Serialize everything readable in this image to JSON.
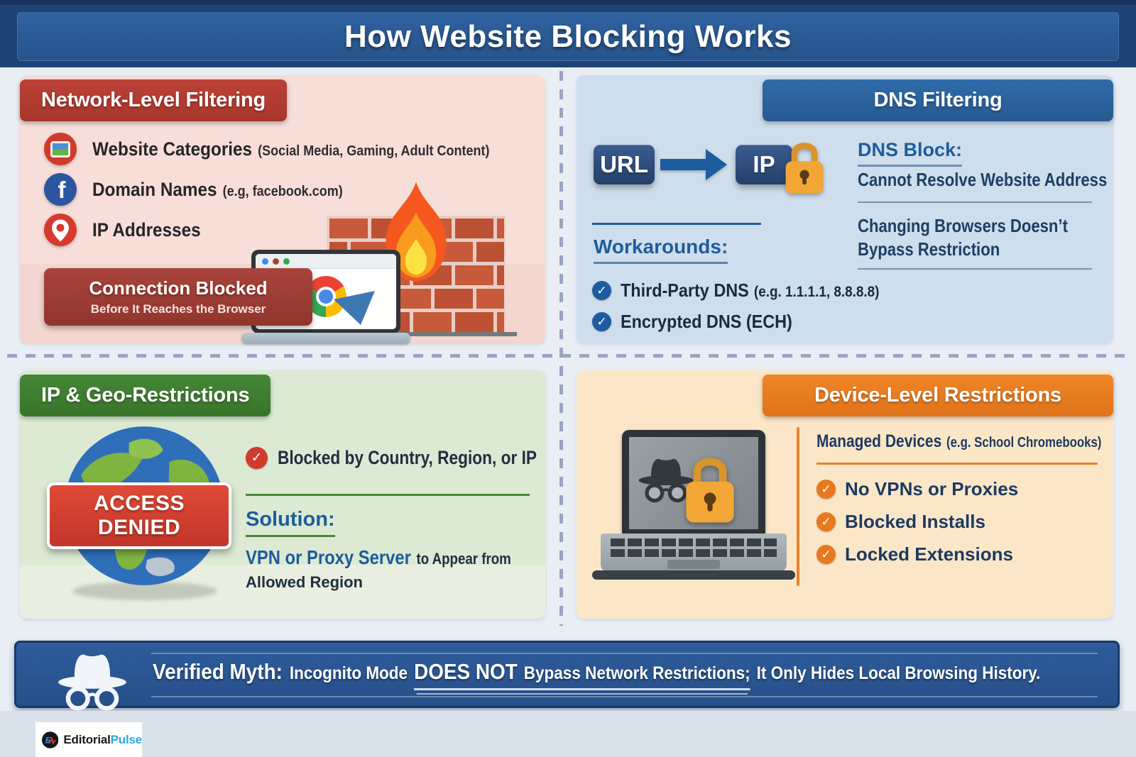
{
  "title": "How Website Blocking Works",
  "icons": {
    "check_glyph": "✓",
    "facebook_glyph": "f",
    "logo_letter": "E"
  },
  "colors": {
    "header_red": "#b23a30",
    "header_blue": "#2b66a4",
    "header_green": "#3d7d2e",
    "header_orange": "#e77d1f",
    "banner_blue": "#2d5a99",
    "accent_navy": "#1e5c9c",
    "lock_orange": "#f2a636",
    "denied_red": "#d23b2f"
  },
  "network": {
    "header": "Network-Level Filtering",
    "items": [
      {
        "icon": "categories-icon",
        "label": "Website Categories",
        "note": "(Social Media, Gaming, Adult Content)"
      },
      {
        "icon": "facebook-icon",
        "label": "Domain Names",
        "note": "(e.g, facebook.com)"
      },
      {
        "icon": "location-pin-icon",
        "label": "IP Addresses",
        "note": ""
      }
    ],
    "blocked_title": "Connection Blocked",
    "blocked_subtitle": "Before It Reaches the Browser"
  },
  "dns": {
    "header": "DNS Filtering",
    "url_label": "URL",
    "ip_label": "IP",
    "block_title": "DNS Block:",
    "block_text": "Cannot Resolve Website Address",
    "browser_note": "Changing Browsers Doesn’t Bypass Restriction",
    "workarounds_title": "Workarounds:",
    "workarounds": [
      {
        "label": "Third-Party DNS",
        "note": "(e.g. 1.1.1.1, 8.8.8.8)"
      },
      {
        "label": "Encrypted DNS (ECH)",
        "note": ""
      }
    ]
  },
  "geo": {
    "header": "IP & Geo-Restrictions",
    "badge": "ACCESS DENIED",
    "blocked_by": "Blocked by Country, Region, or IP",
    "solution_title": "Solution:",
    "solution_main": "VPN or Proxy Server",
    "solution_tail": "to Appear from",
    "solution_line2": "Allowed Region"
  },
  "device": {
    "header": "Device-Level Restrictions",
    "managed_label": "Managed Devices",
    "managed_note": "(e.g. School Chromebooks)",
    "items": [
      "No VPNs or Proxies",
      "Blocked Installs",
      "Locked Extensions"
    ]
  },
  "myth": {
    "prefix": "Verified Myth:",
    "part1": "Incognito Mode",
    "emphasis": "DOES NOT",
    "underlined": "Bypass Network Restrictions;",
    "suffix": "It Only Hides Local Browsing History."
  },
  "footer": {
    "brand_dark": "Editorial",
    "brand_light": "Pulse"
  }
}
